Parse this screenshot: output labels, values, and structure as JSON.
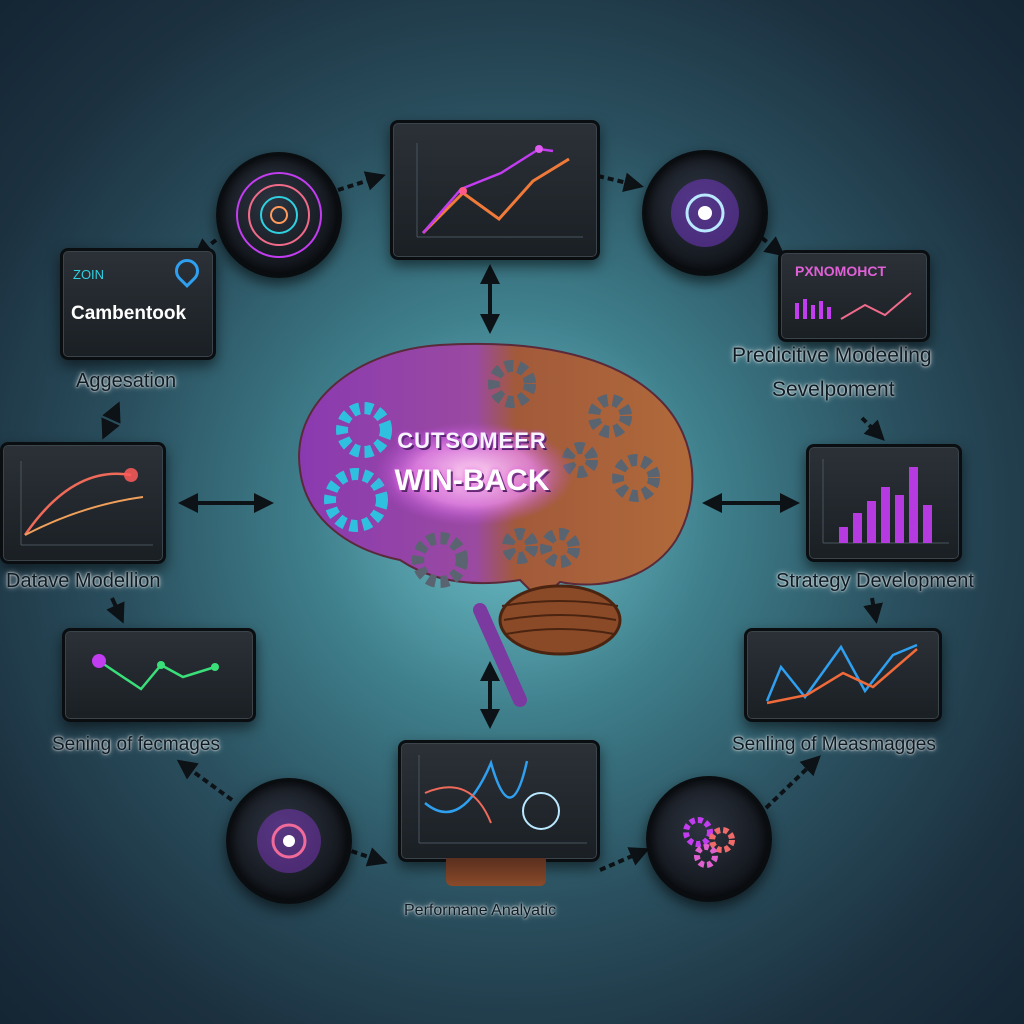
{
  "center": {
    "line1": "CUTSOMEER",
    "line2": "WIN-BACK"
  },
  "panels": {
    "top_left_small": {
      "title_prefix": "ZOIN",
      "title": "Cambentook"
    },
    "top_right_small": {
      "title": "PXNOMOHCT"
    }
  },
  "labels": {
    "aggregation": "Aggesation",
    "predictive_line1": "Predicitive Modeeling",
    "predictive_line2": "Sevelpoment",
    "data_modeling": "Datave Modellion",
    "strategy": "Strategy Development",
    "sending_left": "Sening of fecmages",
    "sending_right": "Senling of Measmagges",
    "performance": "Performane Analyatic"
  },
  "colors": {
    "accent_cyan": "#2fd0e0",
    "accent_magenta": "#c23cf0",
    "accent_orange": "#f06a3a",
    "accent_green": "#3adf7a"
  },
  "icons": [
    "pin-icon",
    "gear-icon",
    "arrow-icon"
  ]
}
